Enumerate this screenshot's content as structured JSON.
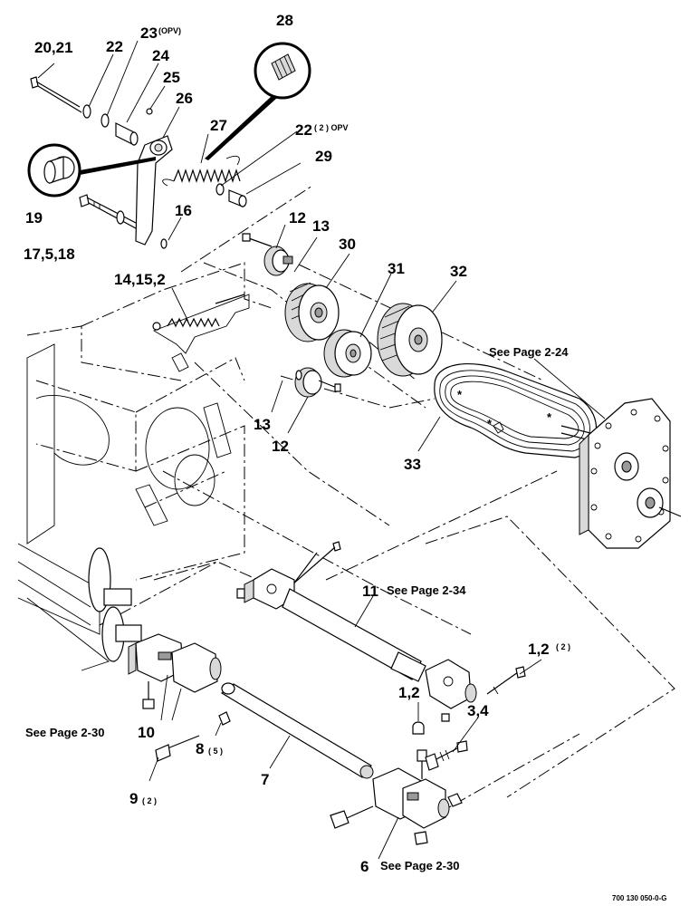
{
  "diagram": {
    "callouts": [
      {
        "id": "c-20-21",
        "text": "20,21"
      },
      {
        "id": "c-22a",
        "text": "22"
      },
      {
        "id": "c-23",
        "text": "23",
        "sup": "(OPV)"
      },
      {
        "id": "c-24",
        "text": "24"
      },
      {
        "id": "c-25",
        "text": "25"
      },
      {
        "id": "c-26",
        "text": "26"
      },
      {
        "id": "c-27",
        "text": "27"
      },
      {
        "id": "c-28",
        "text": "28"
      },
      {
        "id": "c-22b",
        "text": "22",
        "sup": "( 2 ) OPV"
      },
      {
        "id": "c-29",
        "text": "29"
      },
      {
        "id": "c-19",
        "text": "19"
      },
      {
        "id": "c-16",
        "text": "16"
      },
      {
        "id": "c-17-5-18",
        "text": "17,5,18"
      },
      {
        "id": "c-12a",
        "text": "12"
      },
      {
        "id": "c-13a",
        "text": "13"
      },
      {
        "id": "c-30",
        "text": "30"
      },
      {
        "id": "c-14-15-2",
        "text": "14,15,2"
      },
      {
        "id": "c-31",
        "text": "31"
      },
      {
        "id": "c-32",
        "text": "32"
      },
      {
        "id": "c-13b",
        "text": "13"
      },
      {
        "id": "c-12b",
        "text": "12"
      },
      {
        "id": "c-33",
        "text": "33"
      },
      {
        "id": "c-11",
        "text": "11"
      },
      {
        "id": "c-1-2a",
        "text": "1,2",
        "sup": "( 2 )"
      },
      {
        "id": "c-1-2b",
        "text": "1,2"
      },
      {
        "id": "c-3-4",
        "text": "3,4"
      },
      {
        "id": "c-10",
        "text": "10"
      },
      {
        "id": "c-8",
        "text": "8",
        "sup": "( 5 )"
      },
      {
        "id": "c-7",
        "text": "7"
      },
      {
        "id": "c-9",
        "text": "9",
        "sup": "( 2 )"
      },
      {
        "id": "c-6",
        "text": "6"
      }
    ],
    "page_refs": {
      "p224": "See Page 2-24",
      "p234": "See Page 2-34",
      "p230a": "See Page 2-30",
      "p230b": "See Page 2-30"
    },
    "figure_code": "700 130 050-0-G"
  }
}
